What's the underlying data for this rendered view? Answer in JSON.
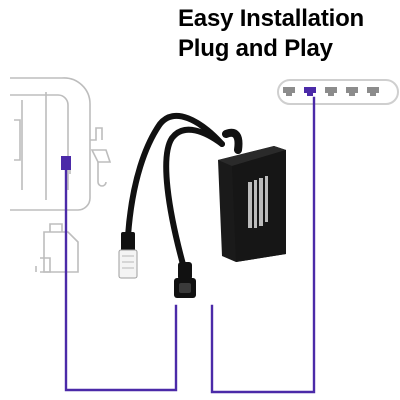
{
  "headline": {
    "line1": "Easy Installation",
    "line2": "Plug and Play"
  },
  "colors": {
    "wire": "#4b2aa8",
    "cable": "#111111",
    "outline": "#bdbdbd",
    "background": "#ffffff"
  },
  "illustration": {
    "camera": "outline-camera-drawing",
    "plug": "outline-plug-drawing",
    "switch": "network-switch-with-5-ports",
    "splitter": "poe-splitter-cable-with-rj45-and-dc-plug"
  }
}
